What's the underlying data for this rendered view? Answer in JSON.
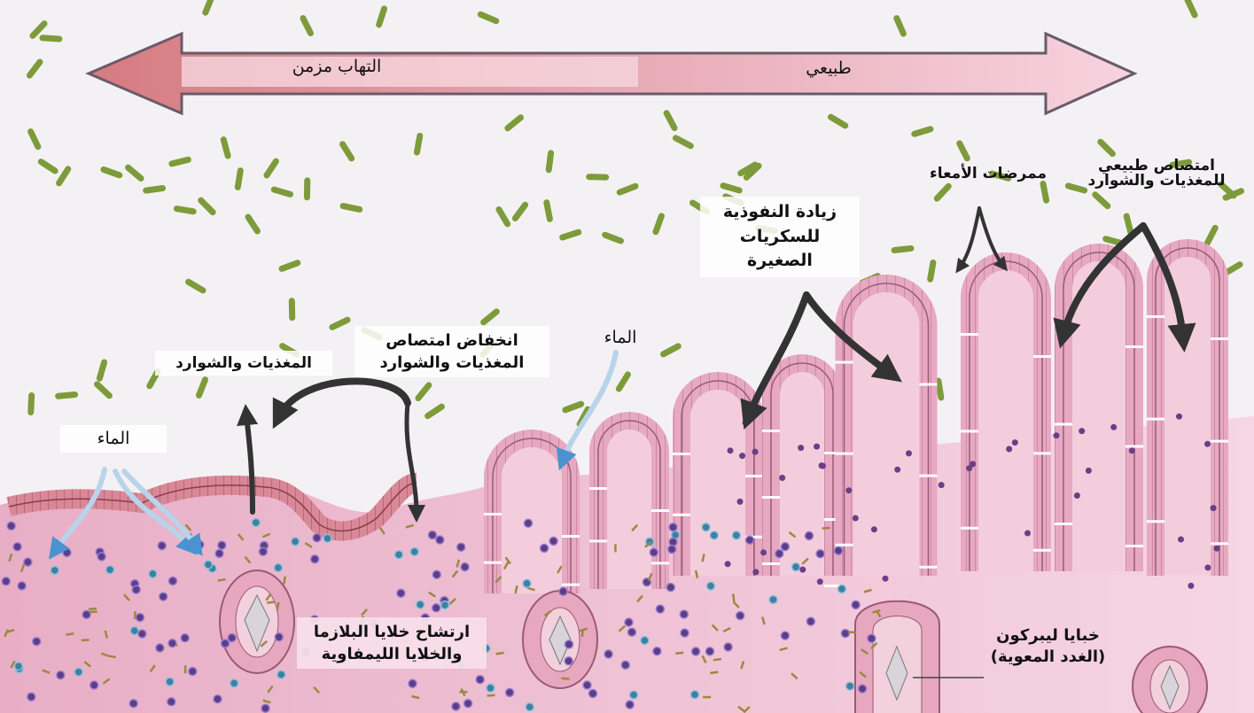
{
  "arrow_bar": {
    "left_label": "التهاب مزمن",
    "right_label": "طبيعي"
  },
  "labels": {
    "normal_absorption": [
      "امتصاص طبيعي",
      "للمغذيات والشوارد"
    ],
    "pathogens": "ممرضات الأمعاء",
    "sugar_permeability": [
      "زيادة النفوذية",
      "للسكريات",
      "الصغيرة"
    ],
    "water_center": "الماء",
    "reduced_absorption": [
      "انخفاض امتصاص",
      "المغذيات والشوارد"
    ],
    "nutrients_electrolytes": "المغذيات والشوارد",
    "water_left": "الماء",
    "infiltration": [
      "ارتشاح خلايا البلازما",
      "والخلايا الليمفاوية"
    ],
    "crypts": [
      "خبايا ليبركون",
      "(الغدد المعوية)"
    ]
  },
  "colors": {
    "arrow_left": "#d9868a",
    "arrow_right": "#f2c4d4",
    "tissue": "#eab4c8",
    "villus": "#e39ab8",
    "bacteria": "#7d9a3a",
    "water_arrow": "#5aa0d8",
    "flow_arrow": "#333333"
  }
}
